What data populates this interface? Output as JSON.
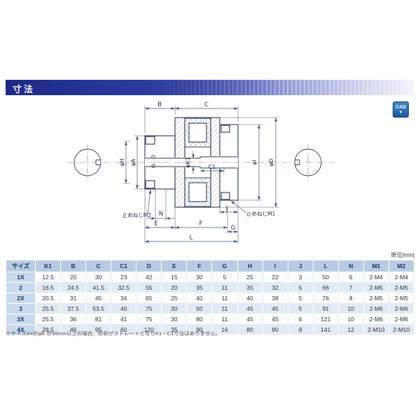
{
  "page": {
    "section_title": "寸法",
    "unit_label": "単位[mm]",
    "cad_label": "CAD",
    "footnote": "※サイズ4XのφK が30mm以上の場合、形状がストレートとなりK1・C1寸法はありません。"
  },
  "drawing": {
    "labels": {
      "dim_B": "B",
      "dim_C": "C",
      "dim_C1": "C1",
      "dim_phiH": "φH",
      "dim_phiA": "φA",
      "dim_phiK1": "φK1",
      "dim_phiI": "φI",
      "dim_phiD": "φD",
      "dim_N": "N",
      "dim_E": "E",
      "dim_F": "F",
      "dim_G": "G",
      "dim_J": "J",
      "dim_L": "L",
      "setscrew_m2": "止めねじM2",
      "setscrew_m1": "止めねじM1"
    }
  },
  "table": {
    "headers": [
      "サイズ",
      "K1",
      "B",
      "C",
      "C1",
      "D",
      "E",
      "F",
      "G",
      "H",
      "I",
      "J",
      "L",
      "N",
      "M1",
      "M2"
    ],
    "rows": [
      {
        "size": "1X",
        "values": [
          "12.5",
          "20",
          "30",
          "23",
          "42",
          "15",
          "30",
          "5",
          "25",
          "22",
          "3",
          "50",
          "6",
          "2-M4",
          "2-M4"
        ]
      },
      {
        "size": "2",
        "values": [
          "16.5",
          "24.5",
          "41.5",
          "32.5",
          "55",
          "20",
          "35",
          "11",
          "35",
          "32",
          "5",
          "66",
          "7",
          "2-M5",
          "2-M5"
        ]
      },
      {
        "size": "2X",
        "values": [
          "20.5",
          "31",
          "45",
          "34",
          "65",
          "25",
          "40",
          "11",
          "40",
          "38",
          "5",
          "76",
          "8",
          "2-M5",
          "2-M5"
        ]
      },
      {
        "size": "3",
        "values": [
          "25.5",
          "37.5",
          "53.5",
          "40",
          "75",
          "30",
          "50",
          "11",
          "45",
          "45",
          "5",
          "91",
          "10",
          "2-M6",
          "2-M6"
        ]
      },
      {
        "size": "3X",
        "values": [
          "25.5",
          "36",
          "81",
          "41",
          "75",
          "30",
          "80",
          "11",
          "45",
          "45",
          "6",
          "121",
          "10",
          "2-M6",
          "2-M6"
        ]
      },
      {
        "size": "4X",
        "values": [
          "28.5",
          "46",
          "95",
          "60",
          "120",
          "35",
          "90",
          "16",
          "80",
          "80",
          "8",
          "141",
          "12",
          "2-M10",
          "2-M10"
        ]
      }
    ]
  },
  "colors": {
    "header_blue": "#1d2a88",
    "table_header_bg": "#b9cbe3",
    "row_header_bg": "#c9d9ee",
    "row_alt_bg": "#e2eaf4",
    "drawing_line": "#2e3c55",
    "cad_button_blue": "#1d5a9e"
  }
}
